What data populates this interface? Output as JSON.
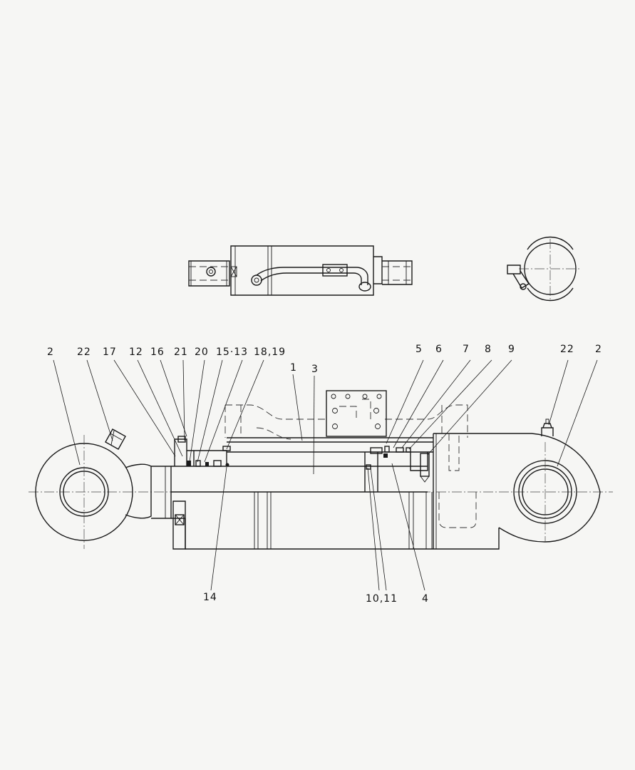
{
  "labels": {
    "l2_left": "2",
    "l22_left": "22",
    "l17": "17",
    "l12": "12",
    "l16": "16",
    "l21": "21",
    "l20": "20",
    "l15_13": "15·13",
    "l18_19": "18,19",
    "l1": "1",
    "l3": "3",
    "l5": "5",
    "l6": "6",
    "l7": "7",
    "l8": "8",
    "l9": "9",
    "l22_right": "22",
    "l2_right": "2",
    "l14": "14",
    "l10_11": "10,11",
    "l4": "4"
  }
}
